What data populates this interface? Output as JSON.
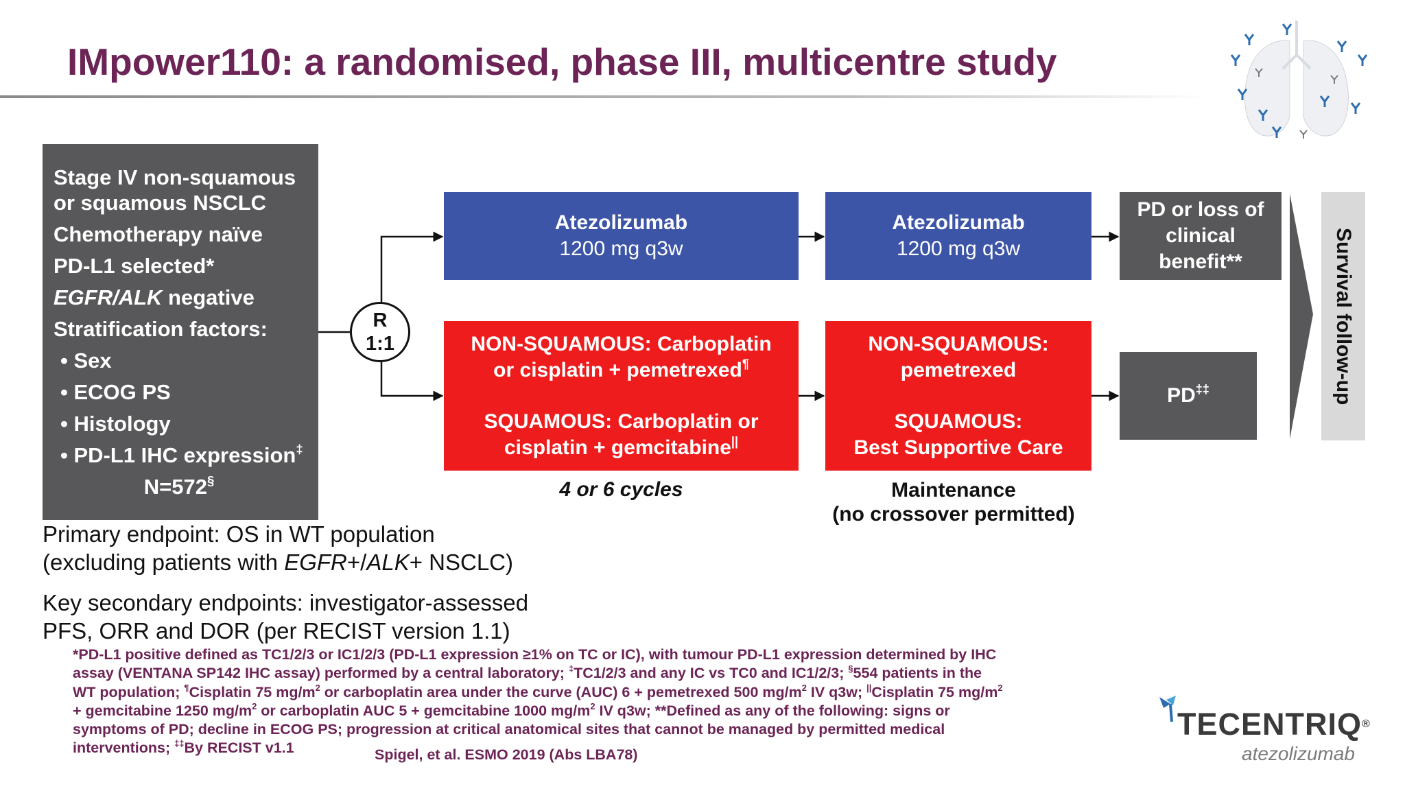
{
  "title": "IMpower110: a randomised, phase III, multicentre study",
  "criteria": {
    "line1": "Stage IV non-squamous",
    "line2": "or squamous NSCLC",
    "line3": "Chemotherapy naïve",
    "line4": "PD-L1 selected*",
    "line5_italic": "EGFR/ALK",
    "line5_rest": " negative",
    "line6": "Stratification factors:",
    "bullets": [
      "• Sex",
      "• ECOG PS",
      "• Histology",
      "• PD-L1 IHC expression"
    ],
    "bullet4_mark": "‡",
    "n": "N=572",
    "n_mark": "§"
  },
  "randomisation": {
    "line1": "R",
    "line2": "1:1"
  },
  "arms": {
    "atezo_induction": {
      "drug": "Atezolizumab",
      "dose": "1200 mg q3w"
    },
    "atezo_maintenance": {
      "drug": "Atezolizumab",
      "dose": "1200 mg q3w"
    },
    "chemo_induction": {
      "nonsq_line1": "NON-SQUAMOUS: Carboplatin",
      "nonsq_line2": "or cisplatin + pemetrexed",
      "nonsq_mark": "¶",
      "sq_line1": "SQUAMOUS: Carboplatin or",
      "sq_line2": "cisplatin + gemcitabine",
      "sq_mark": "||"
    },
    "chemo_maintenance": {
      "nonsq_line1": "NON-SQUAMOUS:",
      "nonsq_line2": "pemetrexed",
      "sq_line1": "SQUAMOUS:",
      "sq_line2": "Best Supportive Care"
    },
    "pd_loss": {
      "line1": "PD or loss of",
      "line2": "clinical",
      "line3": "benefit**"
    },
    "pd": {
      "label": "PD",
      "mark": "‡‡"
    }
  },
  "phase_labels": {
    "induction": "4 or 6 cycles",
    "maintenance_line1": "Maintenance",
    "maintenance_line2": "(no crossover permitted)"
  },
  "survival": "Survival follow-up",
  "endpoints": {
    "primary_line1": "Primary endpoint: OS in WT population",
    "primary_line2_a": "(excluding patients with ",
    "primary_line2_b": "EGFR",
    "primary_line2_c": "+/",
    "primary_line2_d": "ALK",
    "primary_line2_e": "+ NSCLC)",
    "secondary_line1": "Key secondary endpoints: investigator-assessed",
    "secondary_line2": "PFS, ORR and DOR (per RECIST version 1.1)"
  },
  "footnote": {
    "l1": "*PD-L1 positive defined as TC1/2/3 or IC1/2/3 (PD-L1 expression ≥1% on TC or IC), with tumour PD-L1 expression determined by IHC",
    "l2a": "assay (VENTANA SP142 IHC assay) performed by a central laboratory; ",
    "l2b": "‡",
    "l2c": "TC1/2/3 and any IC vs TC0 and IC1/2/3; ",
    "l2d": "§",
    "l2e": "554 patients in the",
    "l3a": "WT population; ",
    "l3b": "¶",
    "l3c": "Cisplatin 75 mg/m",
    "l3d": "2",
    "l3e": " or carboplatin area under the curve (AUC) 6 + pemetrexed 500 mg/m",
    "l3f": "2",
    "l3g": " IV q3w; ",
    "l3h": "||",
    "l3i": "Cisplatin 75 mg/m",
    "l3j": "2",
    "l4a": "+ gemcitabine 1250 mg/m",
    "l4b": "2",
    "l4c": " or carboplatin AUC 5 + gemcitabine 1000 mg/m",
    "l4d": "2",
    "l4e": " IV q3w; **Defined as any of the following: signs or",
    "l5": "symptoms of PD; decline in ECOG PS; progression at critical anatomical sites that cannot be managed by permitted medical",
    "l6a": "interventions; ",
    "l6b": "‡‡",
    "l6c": "By RECIST v1.1"
  },
  "citation": "Spigel, et al. ESMO 2019 (Abs LBA78)",
  "brand": {
    "name": "TECENTRIQ",
    "mark": "®",
    "generic": "atezolizumab"
  },
  "colors": {
    "title": "#6b2455",
    "blue_box": "#3c55a6",
    "red_box": "#ee1c1c",
    "grey_box": "#58585a"
  }
}
